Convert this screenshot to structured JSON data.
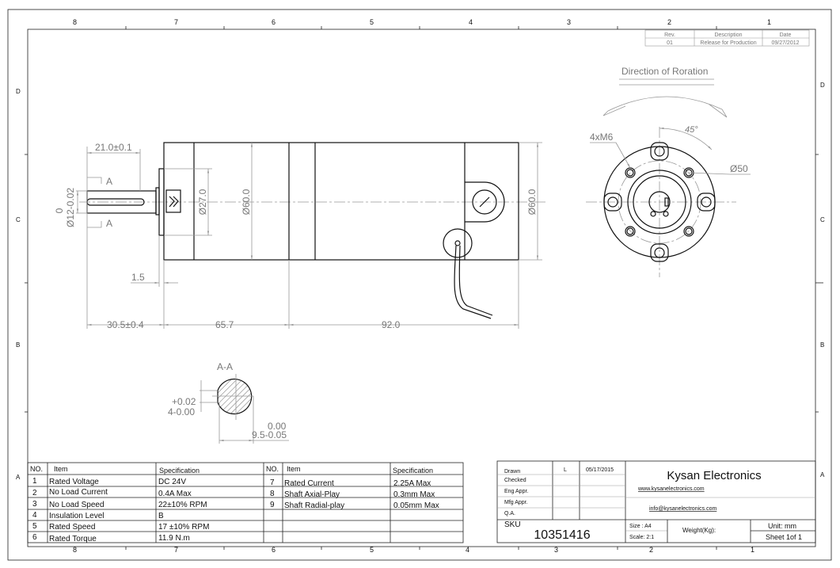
{
  "zones": {
    "columns_top": [
      "8",
      "7",
      "6",
      "5",
      "4",
      "3",
      "2",
      "1"
    ],
    "columns_bottom": [
      "8",
      "7",
      "6",
      "5",
      "4",
      "3",
      "2",
      "1"
    ],
    "rows": [
      "D",
      "C",
      "B",
      "A"
    ]
  },
  "revision": {
    "headers": [
      "Rev.",
      "Description",
      "Date"
    ],
    "rows": [
      [
        "01",
        "Release for Production",
        "09/27/2012"
      ]
    ]
  },
  "side_view": {
    "dims": {
      "shaft_length": "21.0±0.1",
      "section_marker": "A",
      "shaft_dia_tol": "0",
      "shaft_dia": "Ø12-0.02",
      "flange_dia": "Ø27.0",
      "body_dia": "Ø60.0",
      "body_dia_right": "Ø60.0",
      "flange_thk": "1.5",
      "len_shaft": "30.5±0.4",
      "len_gearbox": "65.7",
      "len_motor": "92.0"
    }
  },
  "section": {
    "title": "A-A",
    "key_tol_upper": "+0.02",
    "key_width": "4-0.00",
    "flat_tol_upper": "0.00",
    "flat_dim": "9.5-0.05"
  },
  "end_view": {
    "rotation_title": "Direction of Roration",
    "angle": "45°",
    "holes": "4xM6",
    "bolt_circle": "Ø50"
  },
  "spec_table": {
    "headers": [
      "NO.",
      "Item",
      "Specification",
      "NO.",
      "Item",
      "Specification"
    ],
    "left": [
      {
        "no": "1",
        "item": "Rated Voltage",
        "spec": "DC 24V"
      },
      {
        "no": "2",
        "item": "No Load Current",
        "spec": "0.4A Max"
      },
      {
        "no": "3",
        "item": "No Load Speed",
        "spec": "22±10% RPM"
      },
      {
        "no": "4",
        "item": "Insulation Level",
        "spec": "B"
      },
      {
        "no": "5",
        "item": "Rated Speed",
        "spec": "17 ±10% RPM"
      },
      {
        "no": "6",
        "item": "Rated Torque",
        "spec": "11.9 N.m"
      }
    ],
    "right": [
      {
        "no": "7",
        "item": "Rated Current",
        "spec": "2.25A Max"
      },
      {
        "no": "8",
        "item": "Shaft Axial-Play",
        "spec": "0.3mm Max"
      },
      {
        "no": "9",
        "item": "Shaft Radial-play",
        "spec": "0.05mm Max"
      }
    ]
  },
  "title_block": {
    "roles": [
      "Drawn",
      "Checked",
      "Eng Appr.",
      "Mfg Appr.",
      "Q.A."
    ],
    "drawn_by": "L",
    "drawn_date": "05/17/2015",
    "company": "Kysan Electronics",
    "website": "www.kysanelectronics.com",
    "email": "info@kysanelectronics.com",
    "sku_label": "SKU",
    "sku": "10351416",
    "size": "Size : A4",
    "scale": "Scale: 2:1",
    "weight": "Weight(Kg):",
    "unit": "Unit: mm",
    "sheet": "Sheet 1of 1"
  }
}
